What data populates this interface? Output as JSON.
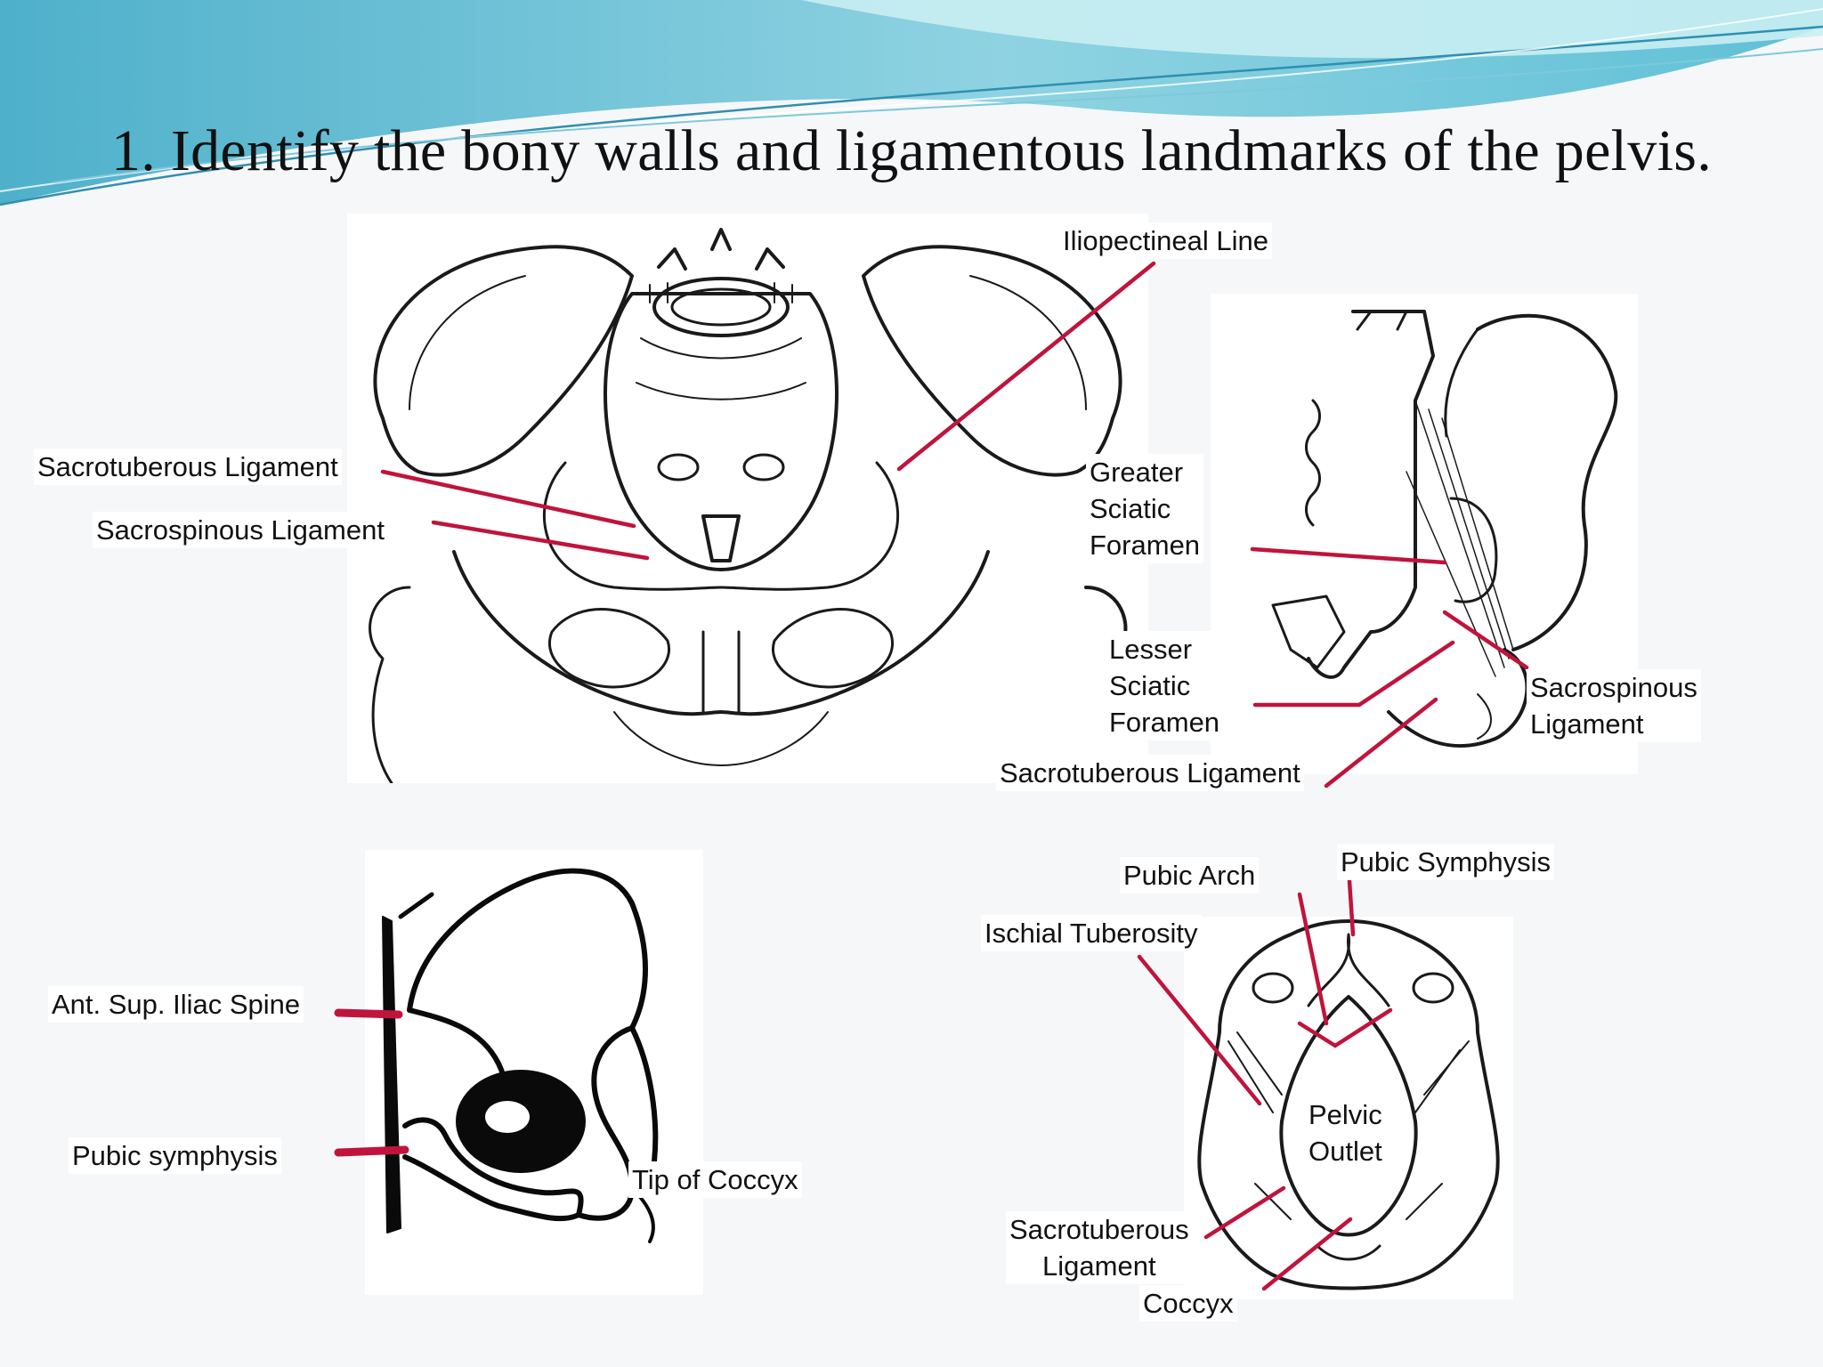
{
  "slide": {
    "title": "1. Identify the bony walls and ligamentous landmarks of the pelvis.",
    "accent_color": "#c0143c",
    "banner_colors": [
      "#5ab7cf",
      "#9fdbe6",
      "#2f8fb0"
    ]
  },
  "diagrams": {
    "anterior_pelvis": {
      "labels": {
        "sacrotuberous": "Sacrotuberous Ligament",
        "sacrospinous": "Sacrospinous Ligament",
        "iliopectineal": "Iliopectineal Line"
      }
    },
    "medial_pelvis": {
      "labels": {
        "greater_sciatic": "Greater\nSciatic\nForamen",
        "lesser_sciatic": "Lesser\nSciatic\nForamen",
        "sacrotuberous": "Sacrotuberous Ligament",
        "sacrospinous": "Sacrospinous\nLigament"
      }
    },
    "lateral_pelvis": {
      "labels": {
        "asis": "Ant. Sup. Iliac Spine",
        "pubic_symphysis": "Pubic symphysis",
        "coccyx_tip": "Tip of Coccyx"
      }
    },
    "inferior_outlet": {
      "labels": {
        "pubic_arch": "Pubic Arch",
        "pubic_symphysis": "Pubic Symphysis",
        "ischial_tuberosity": "Ischial Tuberosity",
        "pelvic_outlet": "Pelvic\nOutlet",
        "sacrotuberous": "Sacrotuberous\nLigament",
        "coccyx": "Coccyx"
      }
    }
  }
}
